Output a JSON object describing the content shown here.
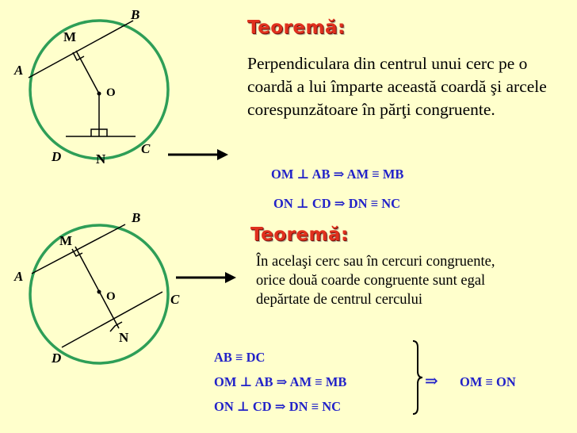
{
  "theorem1": {
    "title": "Teoremă:",
    "text": "Perpendiculara din centrul unui cerc pe o coardă a lui împarte această coardă şi arcele corespunzătoare în părţi congruente.",
    "formula1": "OM ⊥ AB ⇒ AM ≡ MB",
    "formula2": "ON ⊥ CD ⇒ DN ≡ NC"
  },
  "theorem2": {
    "title": "Teoremă:",
    "text": "În acelaşi cerc sau în cercuri congruente, orice două coarde congruente sunt egal depărtate de centrul cercului",
    "given1": "AB ≡ DC",
    "given2": "OM ⊥ AB ⇒ AM ≡ MB",
    "given3": "ON ⊥ CD ⇒ DN ≡ NC",
    "implies": "⇒",
    "conclusion": "OM ≡  ON"
  },
  "figure1": {
    "A": "A",
    "B": "B",
    "C": "C",
    "D": "D",
    "M": "M",
    "N": "N",
    "O": "O"
  },
  "figure2": {
    "A": "A",
    "B": "B",
    "C": "C",
    "D": "D",
    "M": "M",
    "N": "N",
    "O": "O"
  },
  "colors": {
    "background": "#FFFFCC",
    "circle": "#2E9E57",
    "title": "#E0301E",
    "formula": "#2222C8"
  }
}
